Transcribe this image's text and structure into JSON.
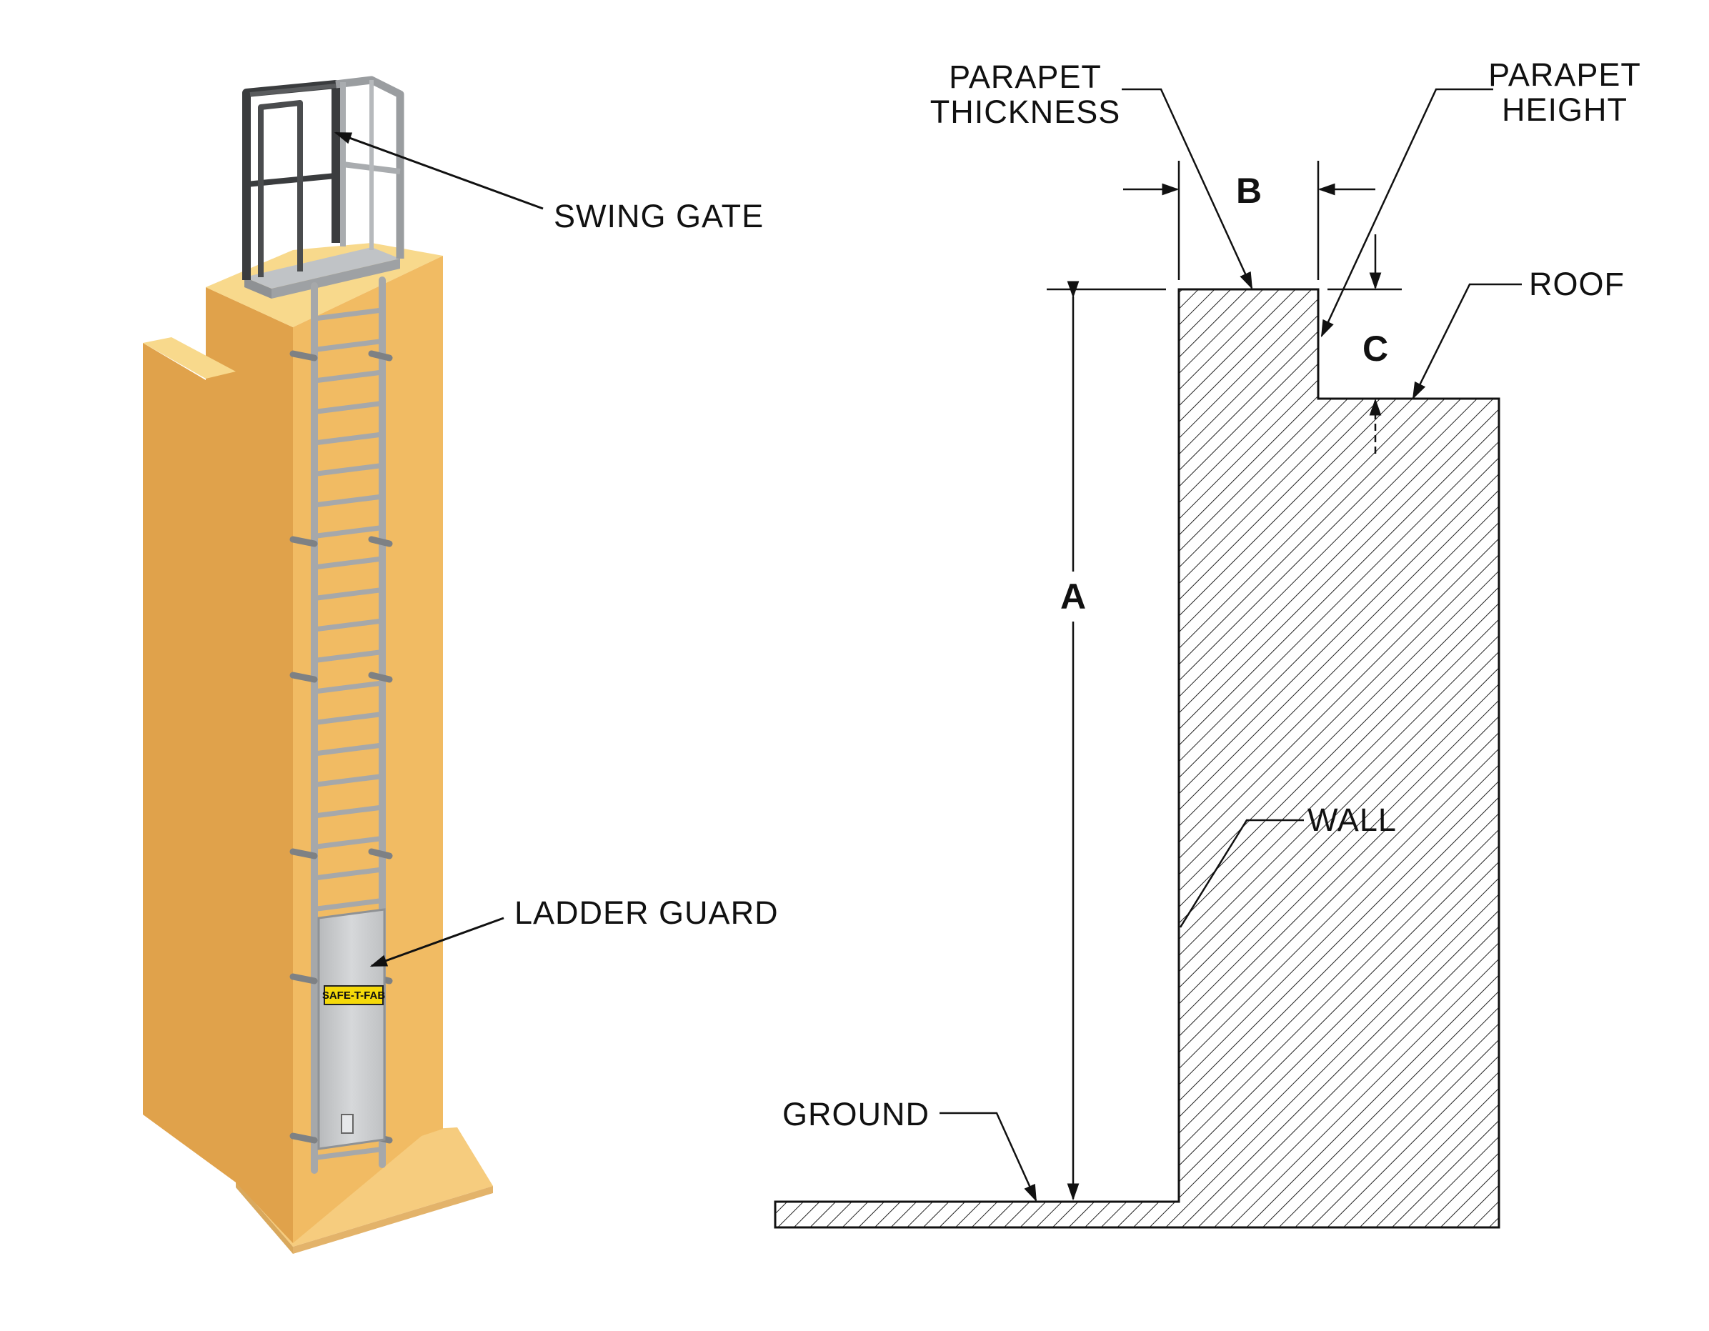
{
  "illustration": {
    "brand_text": "SAFE-T-FAB",
    "callouts": {
      "swing_gate": "SWING GATE",
      "ladder_guard": "LADDER GUARD"
    },
    "colors": {
      "wall_front": "#F1BB63",
      "wall_side": "#E0A24B",
      "wall_top": "#F8D98C",
      "base": "#F6CC7E",
      "ladder": "#A6A8AA",
      "guard": "#C9CBCD",
      "brand_yellow": "#F5D90A"
    }
  },
  "section": {
    "labels": {
      "parapet_thickness": [
        "PARAPET",
        "THICKNESS"
      ],
      "parapet_height": [
        "PARAPET",
        "HEIGHT"
      ],
      "roof": "ROOF",
      "wall": "WALL",
      "ground": "GROUND"
    },
    "dimensions": {
      "a": "A",
      "b": "B",
      "c": "C"
    }
  }
}
